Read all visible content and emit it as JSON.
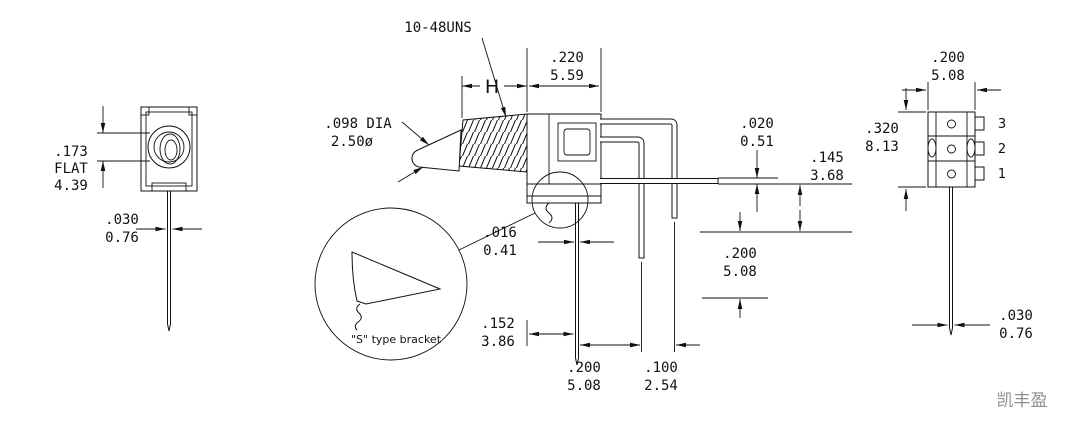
{
  "watermark": "凯丰盈",
  "labels": {
    "thread_spec": "10-48UNS",
    "bushing_length": "H",
    "bracket_note": "\"S\" type bracket",
    "flat_note": "FLAT",
    "terminal_3": "3",
    "terminal_2": "2",
    "terminal_1": "1"
  },
  "dims": {
    "toggle_flat": {
      "in": ".173",
      "mm": "4.39"
    },
    "front_pin_width": {
      "in": ".030",
      "mm": "0.76"
    },
    "bushing_face": {
      "in": ".220",
      "mm": "5.59"
    },
    "lever_dia": {
      "in": ".098 DIA",
      "mm": "2.50ø"
    },
    "lead_thickness": {
      "in": ".020",
      "mm": "0.51"
    },
    "lead_height": {
      "in": ".145",
      "mm": "3.68"
    },
    "row_spacing": {
      "in": ".200",
      "mm": "5.08"
    },
    "bracket_pin_thickness": {
      "in": ".016",
      "mm": "0.41"
    },
    "bracket_offset": {
      "in": ".152",
      "mm": "3.86"
    },
    "pin_spacing_200": {
      "in": ".200",
      "mm": "5.08"
    },
    "pin_spacing_100": {
      "in": ".100",
      "mm": "2.54"
    },
    "body_width": {
      "in": ".200",
      "mm": "5.08"
    },
    "body_height": {
      "in": ".320",
      "mm": "8.13"
    },
    "rear_pin_width": {
      "in": ".030",
      "mm": "0.76"
    }
  }
}
